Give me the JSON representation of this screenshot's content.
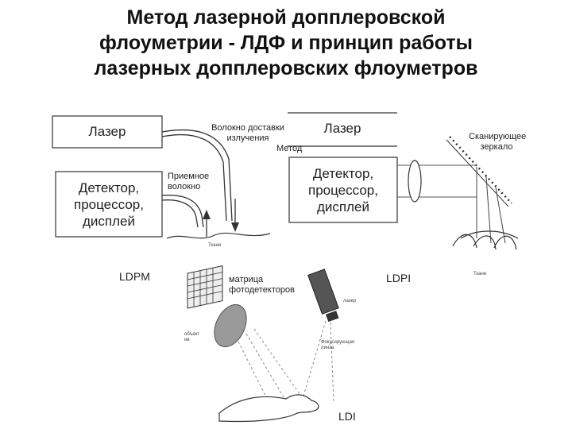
{
  "title": {
    "line1": "Метод лазерной допплеровской",
    "line2": "флоуметрии - ЛДФ  и принцип работы",
    "line3": "лазерных допплеровских флоуметров"
  },
  "ldpm": {
    "laser_label": "Лазер",
    "delivery_fiber_label": "Волокно доставки излучения",
    "method_word": "Метод",
    "receiving_fiber_label": "Приемное волокно",
    "detector_label": "Детектор, процессор, дисплей",
    "tissue_label": "Ткани",
    "name": "LDPM"
  },
  "ldpi": {
    "laser_label": "Лазер",
    "mirror_label": "Сканирующее зеркало",
    "detector_label": "Детектор, процессор, дисплей",
    "tissue_label": "Ткани",
    "name": "LDPI"
  },
  "ldi": {
    "matrix_label": "матрица фотодетекторов",
    "laser_small": "лазер",
    "lens_label": "объект ив",
    "focusing_lens_label": "Фокусирующая линза",
    "name": "LDI"
  }
}
